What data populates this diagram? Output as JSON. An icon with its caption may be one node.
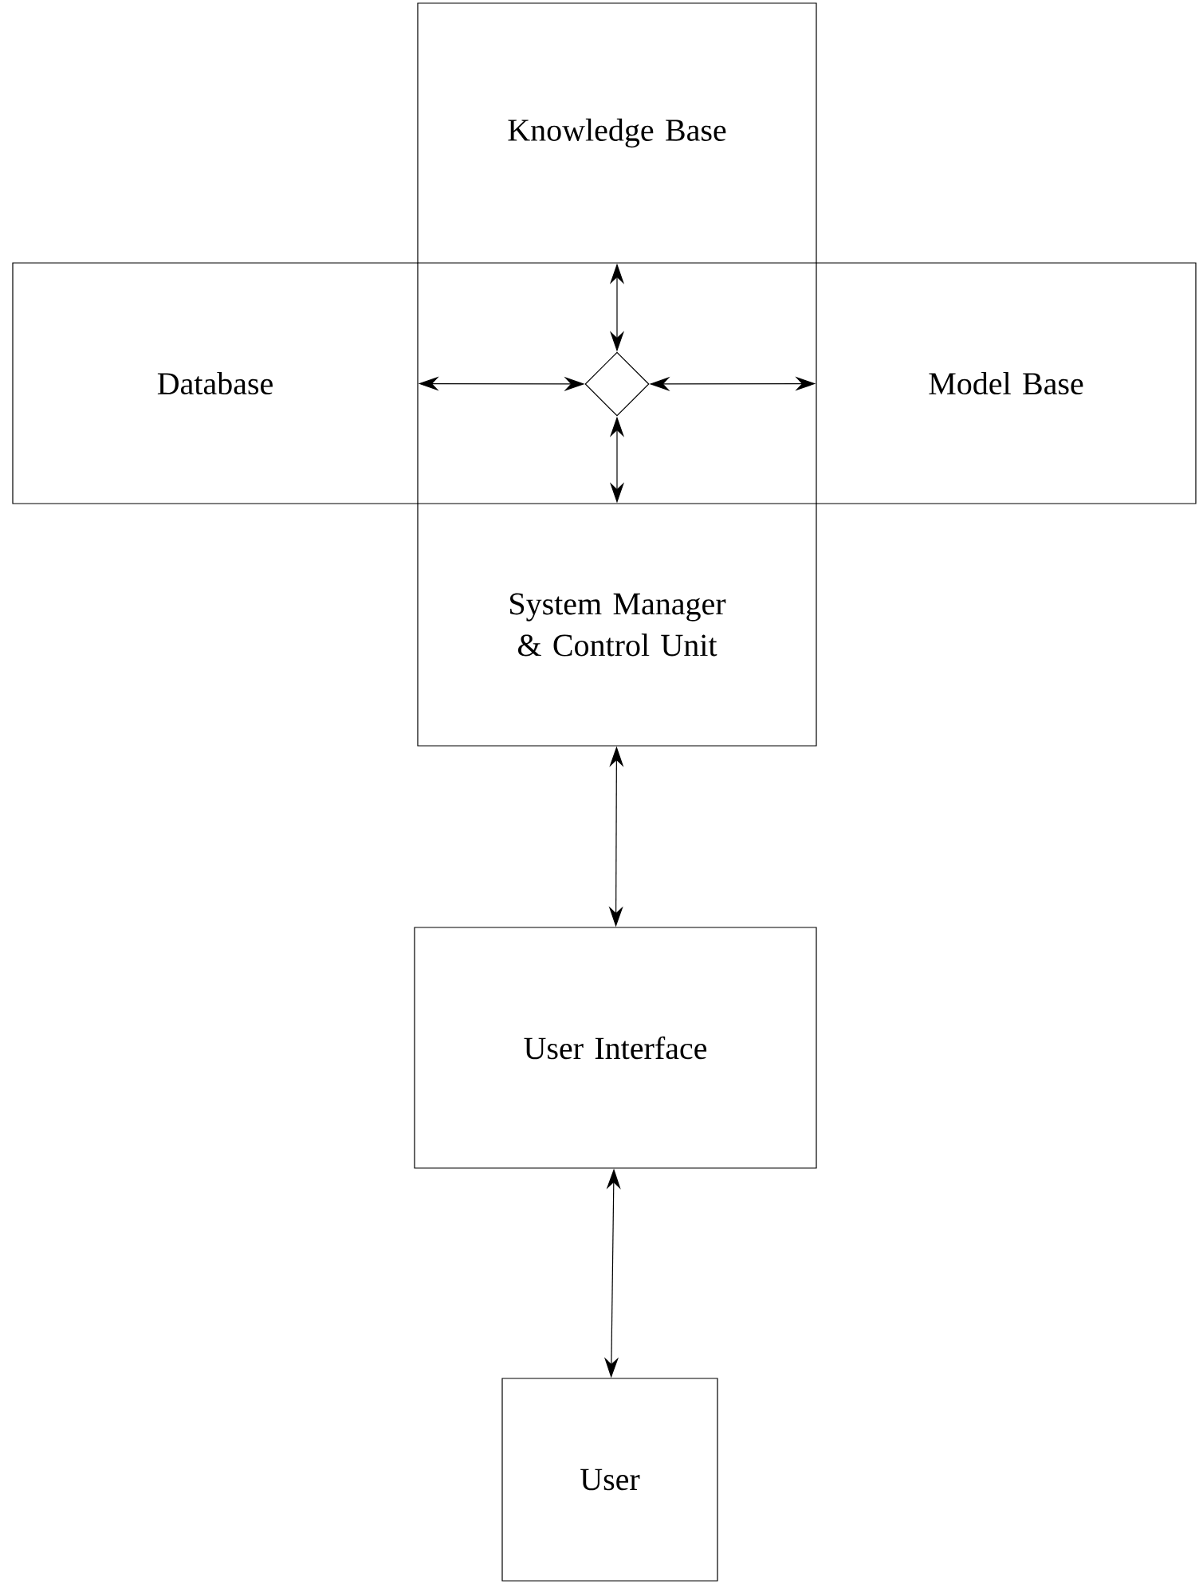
{
  "diagram": {
    "nodes": [
      {
        "text": [
          "Knowledge Base"
        ]
      },
      {
        "text": [
          "Database"
        ]
      },
      {
        "text": [],
        "shape": "diamond"
      },
      {
        "text": [
          "Model Base"
        ]
      },
      {
        "text": [
          "System Manager & Control Unit"
        ]
      },
      {
        "text": [
          "User Interface"
        ]
      },
      {
        "text": [
          "User"
        ]
      }
    ],
    "edges": [
      {
        "from": 2,
        "to": 0,
        "arrow": "both"
      },
      {
        "from": 2,
        "to": 1,
        "arrow": "both"
      },
      {
        "from": 2,
        "to": 3,
        "arrow": "both"
      },
      {
        "from": 2,
        "to": 4,
        "arrow": "both"
      },
      {
        "from": 4,
        "to": 5,
        "arrow": "both"
      },
      {
        "from": 5,
        "to": 6,
        "arrow": "both"
      }
    ]
  }
}
